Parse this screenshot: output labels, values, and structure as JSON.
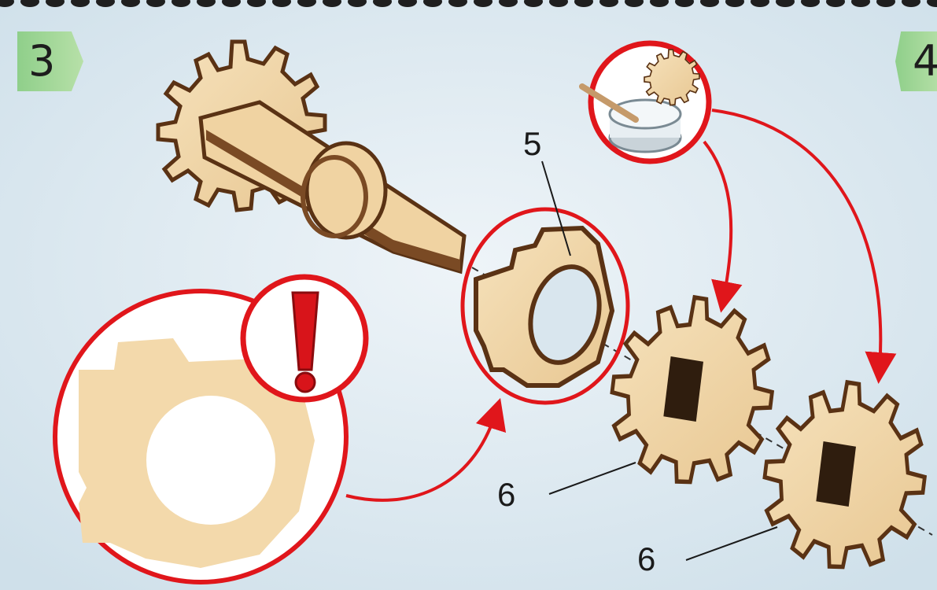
{
  "steps": {
    "left": "3",
    "right": "4"
  },
  "callouts": {
    "part_5": "5",
    "part_6_first": "6",
    "part_6_second": "6"
  },
  "colors": {
    "background": "#d9e6ee",
    "accent_red": "#e0161b",
    "wood_light": "#f2d7a8",
    "wood_dark": "#6b3f1e",
    "step_green": "#8fcf8a"
  },
  "icons": [
    "warning-exclamation-icon",
    "glue-jar-icon"
  ]
}
